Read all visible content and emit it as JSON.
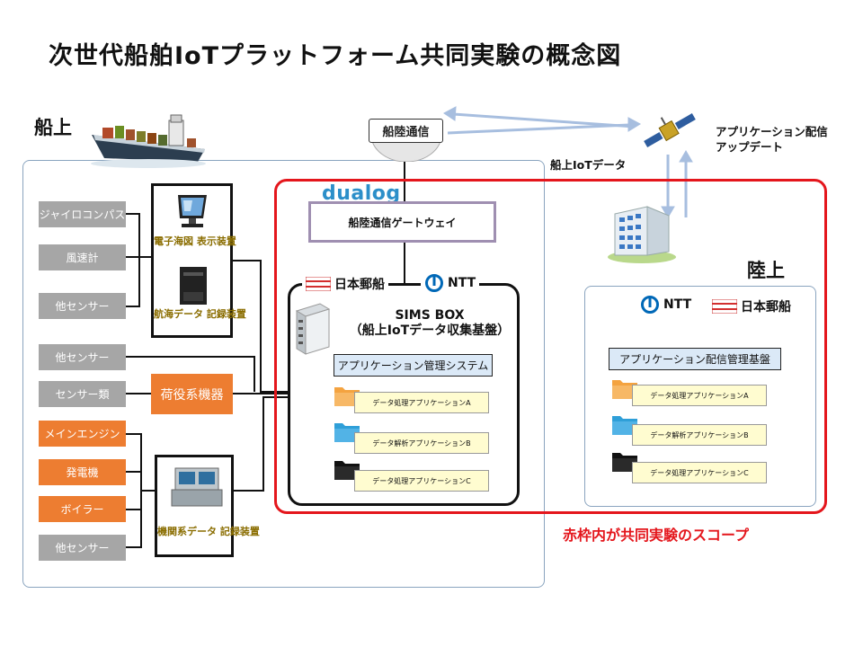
{
  "title": "次世代船舶IoTプラットフォーム共同実験の概念図",
  "ship_label": "船上",
  "land_label": "陸上",
  "sat_comm": "船陸通信",
  "satellite_caption": "アプリケーション配信\nアップデート",
  "iot_data_label": "船上IoTデータ",
  "sensors": {
    "gyro": "ジャイロコンパス",
    "wind": "風速計",
    "other1": "他センサー",
    "other2": "他センサー",
    "sensors": "センサー類",
    "main_engine": "メインエンジン",
    "generator": "発電機",
    "boiler": "ボイラー",
    "other3": "他センサー"
  },
  "equipment": {
    "ecdis": "電子海図\n表示装置",
    "vdr": "航海データ\n記録装置",
    "cargo": "荷役系機器",
    "engine_logger": "機関系データ\n記録装置"
  },
  "dualog": "dualog",
  "gateway": "船陸通信ゲートウェイ",
  "nyk": "日本郵船",
  "ntt": "NTT",
  "sims_title": "SIMS  BOX\n（船上IoTデータ収集基盤）",
  "ship_mgmt": "アプリケーション管理システム",
  "ship_apps": [
    "データ処理アプリケーションA",
    "データ解析アプリケーションB",
    "データ処理アプリケーションC"
  ],
  "land_mgmt": "アプリケーション配信管理基盤",
  "land_apps": [
    "データ処理アプリケーションA",
    "データ解析アプリケーションB",
    "データ処理アプリケーションC"
  ],
  "scope_caption": "赤枠内が共同実験のスコープ",
  "colors": {
    "scope_red": "#e4161c",
    "sensor_gray": "#a6a6a6",
    "engine_orange": "#ed7d31",
    "arrow_blue": "#a7bedf",
    "mgmt_blue": "#dbe9f7",
    "app_yellow": "#fffcd0",
    "folder_orange": "#f4a340",
    "folder_blue": "#2f9fd8",
    "folder_black": "#111111"
  }
}
